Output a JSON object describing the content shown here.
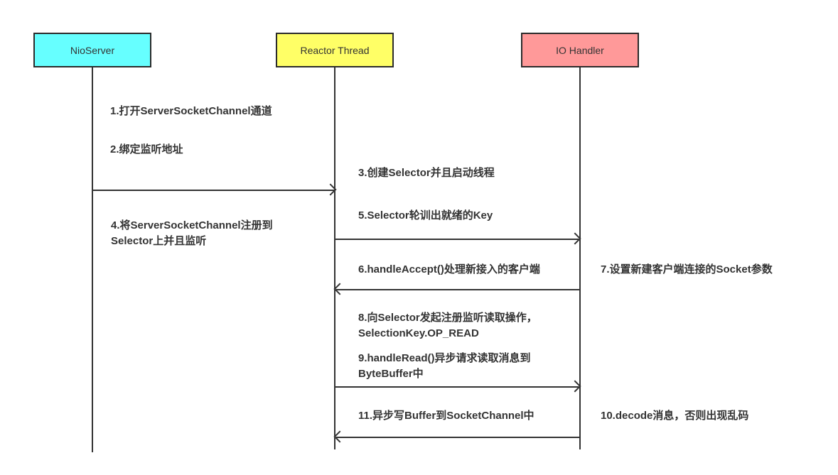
{
  "colors": {
    "background": "#ffffff",
    "line": "#333333",
    "text": "#333333",
    "actor_border": "#2b2b2b",
    "nioserver_fill": "#66ffff",
    "reactor_fill": "#ffff66",
    "io_handler_fill": "#ff9999"
  },
  "actors": [
    {
      "label": "NioServer",
      "fill": "#66ffff"
    },
    {
      "label": "Reactor Thread",
      "fill": "#ffff66"
    },
    {
      "label": "IO Handler",
      "fill": "#ff9999"
    }
  ],
  "messages": [
    {
      "text": "1.打开ServerSocketChannel通道"
    },
    {
      "text": "2.绑定监听地址"
    },
    {
      "text": "3.创建Selector并且启动线程"
    },
    {
      "text": "4.将ServerSocketChannel注册到\nSelector上并且监听"
    },
    {
      "text": "5.Selector轮训出就绪的Key"
    },
    {
      "text": "6.handleAccept()处理新接入的客户端"
    },
    {
      "text": "7.设置新建客户端连接的Socket参数"
    },
    {
      "text": "8.向Selector发起注册监听读取操作，\nSelectionKey.OP_READ"
    },
    {
      "text": "9.handleRead()异步请求读取消息到\nByteBuffer中"
    },
    {
      "text": "10.decode消息，否则出现乱码"
    },
    {
      "text": "11.异步写Buffer到SocketChannel中"
    }
  ]
}
